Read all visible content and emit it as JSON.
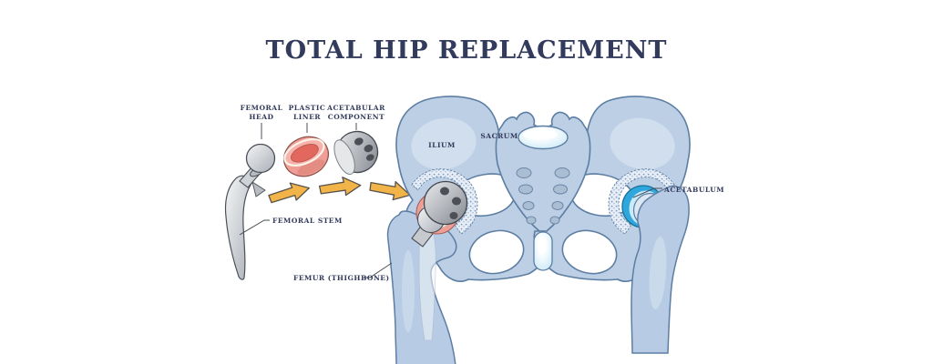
{
  "title": "TOTAL HIP REPLACEMENT",
  "component_labels": {
    "femoral_head_line1": "FEMORAL",
    "femoral_head_line2": "HEAD",
    "plastic_liner_line1": "PLASTIC",
    "plastic_liner_line2": "LINER",
    "acetabular_component_line1": "ACETABULAR",
    "acetabular_component_line2": "COMPONENT",
    "femoral_stem": "FEMORAL STEM",
    "femur": "FEMUR (THIGHBONE)"
  },
  "anatomy_labels": {
    "ilium": "ILIUM",
    "sacrum": "SACRUM",
    "acetabulum": "ACETABULUM"
  },
  "colors": {
    "title_text": "#323b5c",
    "label_text": "#323b5c",
    "bone_fill": "#bccfe5",
    "bone_outline": "#5d7ea3",
    "implant_metal": "#d6d8db",
    "plastic_liner_pink": "#ef9e96",
    "liner_inner_red": "#e2685e",
    "arrow_yellow": "#f2b448",
    "acetabulum_highlight_blue": "#2fa7dc",
    "disc_highlight_cyan": "#d8f1fb",
    "background": "#ffffff"
  }
}
